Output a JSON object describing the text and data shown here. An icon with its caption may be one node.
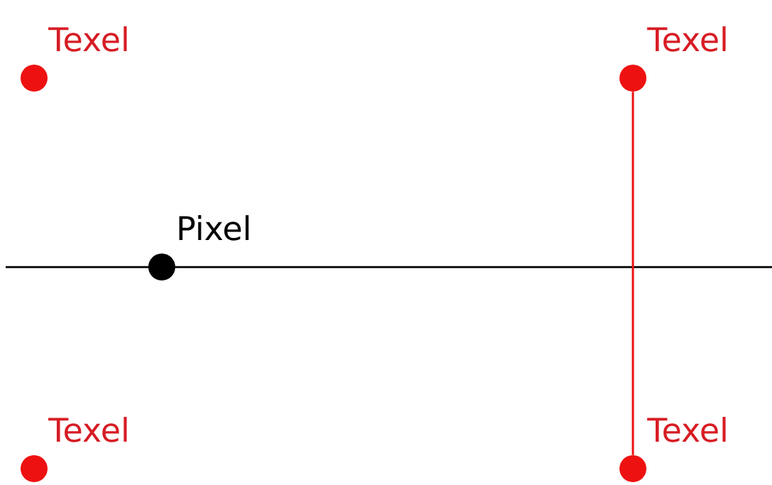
{
  "diagram": {
    "nodes": [
      {
        "text": [
          "Texel"
        ]
      },
      {
        "text": [
          "Texel"
        ]
      },
      {
        "text": [
          "Pixel"
        ]
      },
      {
        "text": [
          "Texel"
        ]
      },
      {
        "text": [
          "Texel"
        ]
      }
    ],
    "edges": [
      {
        "from": 1,
        "to": 4,
        "arrow": "none"
      }
    ]
  }
}
